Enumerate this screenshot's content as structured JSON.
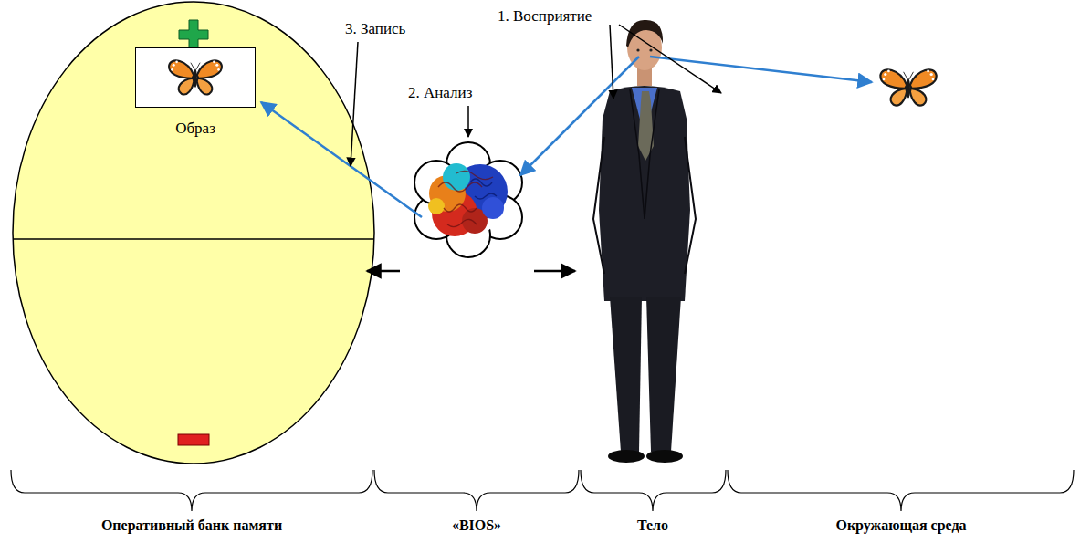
{
  "diagram": {
    "nodes": [
      {
        "text": [
          "Образ"
        ]
      }
    ],
    "labels": [
      "1. Восприятие",
      "2. Анализ",
      "3. Запись",
      "Оперативный банк памяти",
      "«BIOS»",
      "Тело",
      "Окружающая среда"
    ]
  }
}
